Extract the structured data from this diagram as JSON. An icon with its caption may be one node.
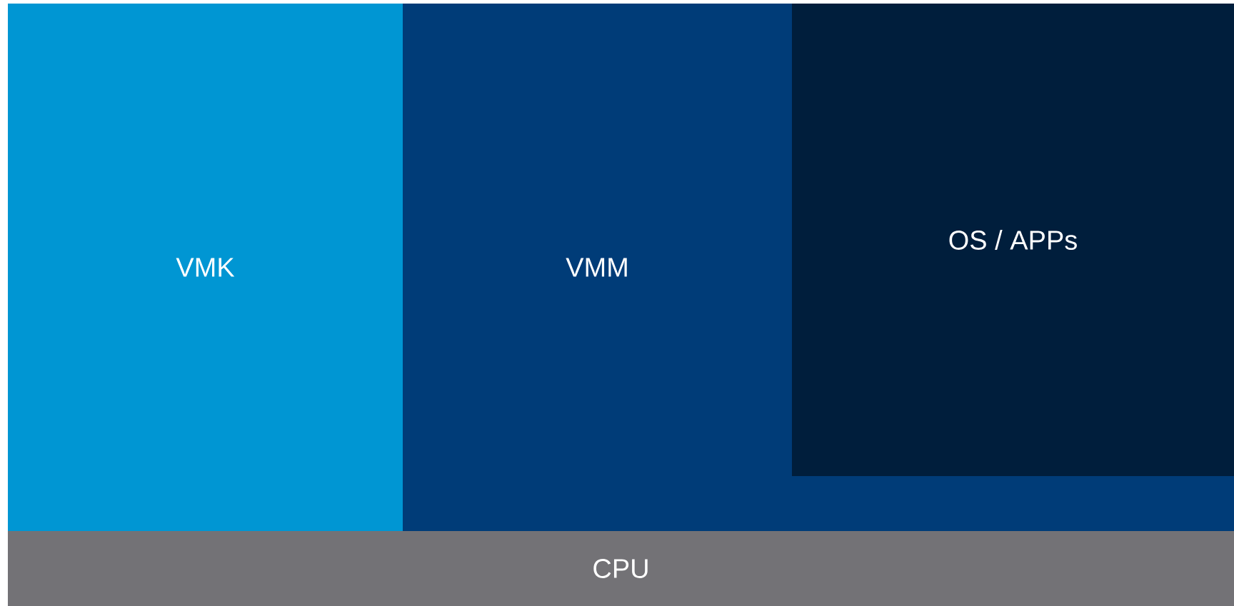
{
  "diagram": {
    "nodes": [
      {
        "text": [
          "VMK"
        ]
      },
      {
        "text": [
          "VMM"
        ]
      },
      {
        "text": [
          "OS / APPs"
        ],
        "in": 1
      },
      {
        "text": [
          "CPU"
        ]
      }
    ]
  }
}
